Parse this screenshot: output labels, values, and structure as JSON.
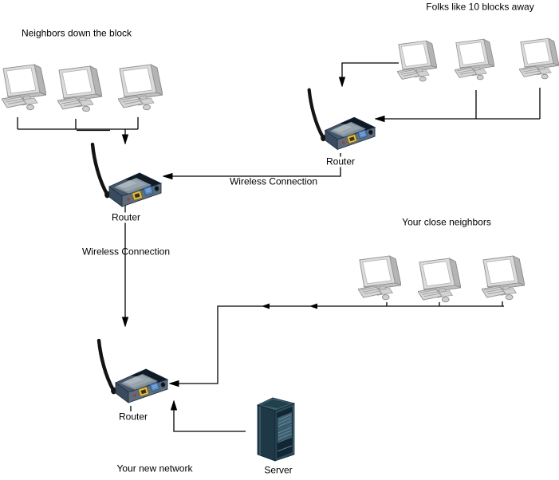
{
  "diagram": {
    "groups": {
      "neighbors_down_block": {
        "title": "Neighbors down the block",
        "computers": 3
      },
      "folks_10_blocks_away": {
        "title": "Folks like 10 blocks away",
        "computers": 3
      },
      "close_neighbors": {
        "title": "Your close neighbors",
        "computers": 3
      },
      "your_new_network": {
        "title": "Your new network"
      }
    },
    "nodes": {
      "router_top_right": {
        "label": "Router",
        "type": "wireless-router"
      },
      "router_left": {
        "label": "Router",
        "type": "wireless-router"
      },
      "router_bottom": {
        "label": "Router",
        "type": "wireless-router"
      },
      "server": {
        "label": "Server",
        "type": "server-rack"
      }
    },
    "edges": {
      "wireless_top_right_to_left": {
        "label": "Wireless Connection",
        "type": "wireless"
      },
      "wireless_left_to_bottom": {
        "label": "Wireless Connection",
        "type": "wireless"
      }
    },
    "icons": {
      "computer": "desktop-computer-icon",
      "router": "wireless-router-icon",
      "server": "server-rack-icon",
      "arrowhead": "arrowhead-icon"
    },
    "colors": {
      "background": "#ffffff",
      "line": "#000000",
      "text": "#000000",
      "router_body": "#46566a",
      "router_band": "#101b28",
      "router_port_yellow": "#e3bd4a",
      "router_port_blue": "#5b8ac5",
      "router_led_red": "#b5312c",
      "computer_gray": "#d8d8d8",
      "server_body": "#2b4a5a"
    }
  }
}
